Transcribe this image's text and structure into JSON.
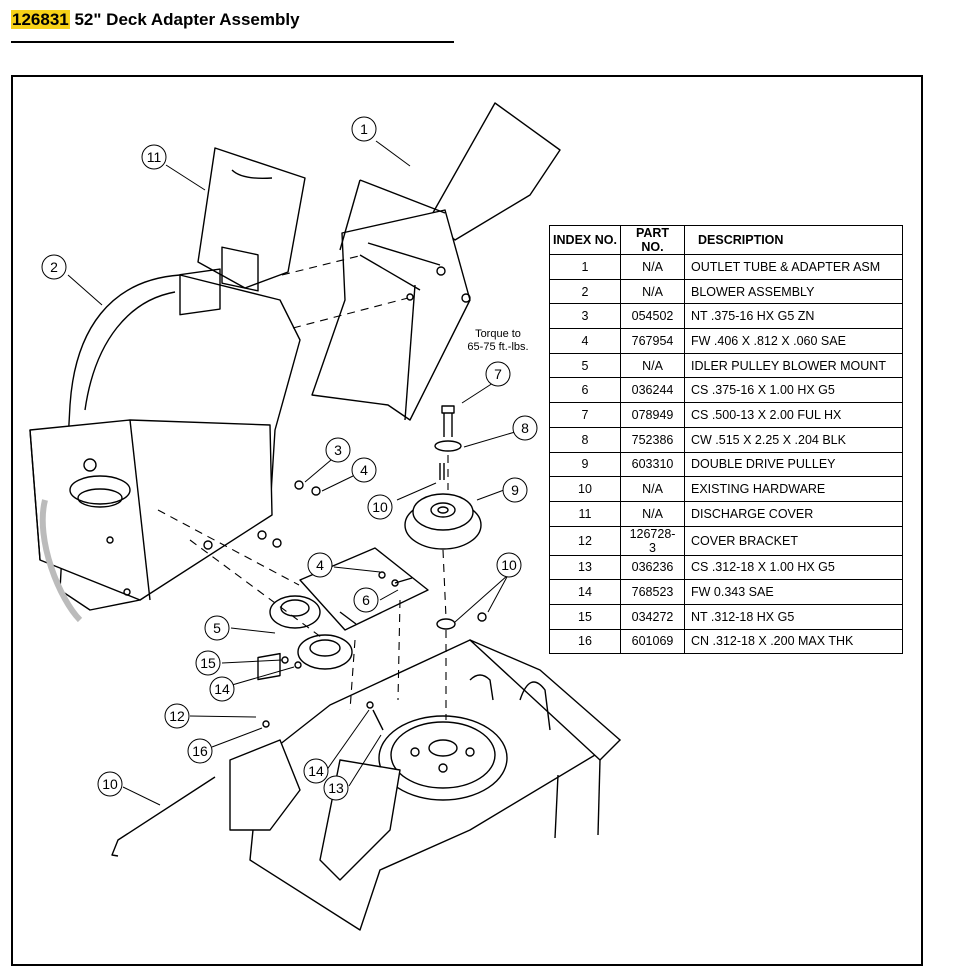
{
  "header": {
    "part_number": "126831",
    "title": "52\" Deck Adapter Assembly"
  },
  "diagram": {
    "torque_note_line1": "Torque to",
    "torque_note_line2": "65-75 ft.-lbs.",
    "callouts": [
      "1",
      "2",
      "3",
      "4",
      "4",
      "5",
      "6",
      "7",
      "8",
      "9",
      "10",
      "10",
      "10",
      "11",
      "12",
      "13",
      "14",
      "14",
      "15",
      "16"
    ]
  },
  "parts_table": {
    "headers": [
      "INDEX NO.",
      "PART NO.",
      "DESCRIPTION"
    ],
    "rows": [
      {
        "index": "1",
        "part": "N/A",
        "desc": "OUTLET TUBE & ADAPTER ASM"
      },
      {
        "index": "2",
        "part": "N/A",
        "desc": "BLOWER ASSEMBLY"
      },
      {
        "index": "3",
        "part": "054502",
        "desc": "NT .375-16 HX G5 ZN"
      },
      {
        "index": "4",
        "part": "767954",
        "desc": "FW .406 X .812 X .060 SAE"
      },
      {
        "index": "5",
        "part": "N/A",
        "desc": "IDLER PULLEY BLOWER MOUNT"
      },
      {
        "index": "6",
        "part": "036244",
        "desc": "CS .375-16 X 1.00 HX G5"
      },
      {
        "index": "7",
        "part": "078949",
        "desc": "CS .500-13 X 2.00 FUL HX"
      },
      {
        "index": "8",
        "part": "752386",
        "desc": "CW .515 X 2.25 X .204 BLK"
      },
      {
        "index": "9",
        "part": "603310",
        "desc": "DOUBLE DRIVE PULLEY"
      },
      {
        "index": "10",
        "part": "N/A",
        "desc": "EXISTING HARDWARE"
      },
      {
        "index": "11",
        "part": "N/A",
        "desc": "DISCHARGE COVER"
      },
      {
        "index": "12",
        "part": "126728-3",
        "desc": "COVER BRACKET"
      },
      {
        "index": "13",
        "part": "036236",
        "desc": "CS .312-18 X 1.00 HX G5"
      },
      {
        "index": "14",
        "part": "768523",
        "desc": "FW 0.343 SAE"
      },
      {
        "index": "15",
        "part": "034272",
        "desc": "NT .312-18 HX G5"
      },
      {
        "index": "16",
        "part": "601069",
        "desc": "CN .312-18 X .200 MAX THK"
      }
    ]
  }
}
